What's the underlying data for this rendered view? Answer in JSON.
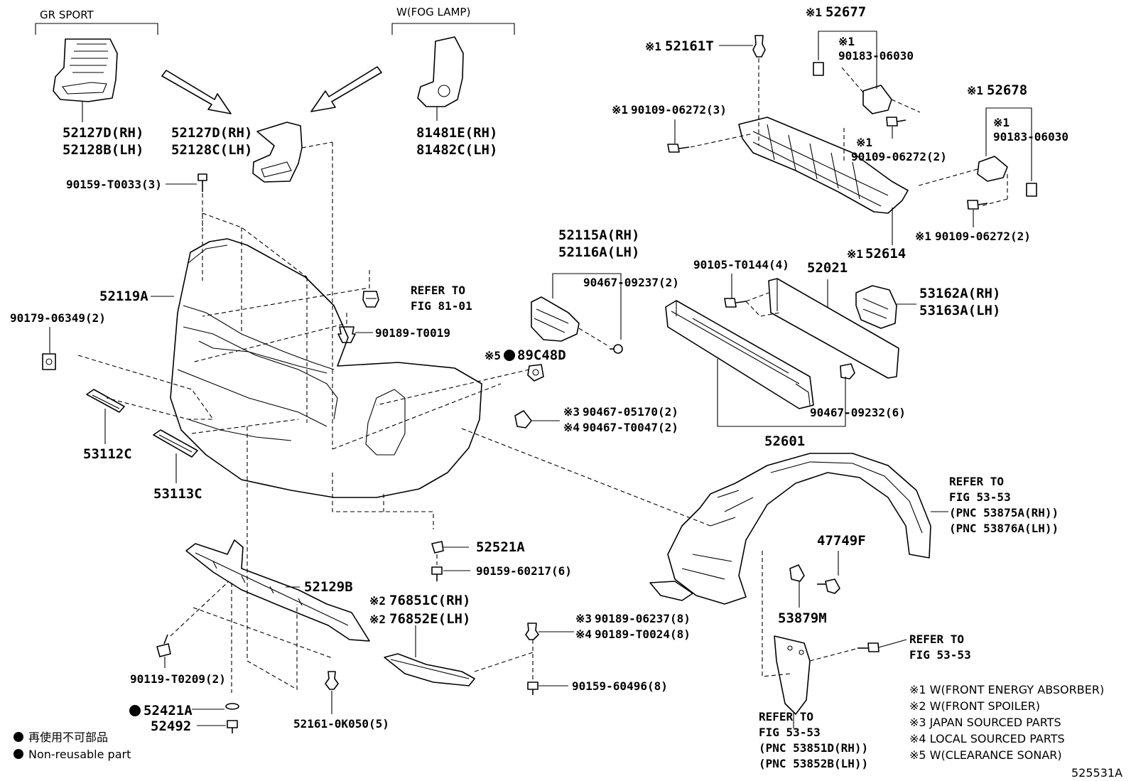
{
  "headers": {
    "gr_sport": "GR SPORT",
    "fog_lamp": "W(FOG LAMP)"
  },
  "labels": {
    "p52127D_rh_a": "52127D(RH)",
    "p52128B_lh": "52128B(LH)",
    "p52127D_rh_b": "52127D(RH)",
    "p52128C_lh": "52128C(LH)",
    "p81481E_rh": "81481E(RH)",
    "p81482C_lh": "81482C(LH)",
    "p90159_T0033": "90159-T0033(3)",
    "p52119A": "52119A",
    "p90179_06349": "90179-06349(2)",
    "refer_81_01_a": "REFER TO",
    "refer_81_01_b": "FIG 81-01",
    "p90189_T0019": "90189-T0019",
    "p53112C": "53112C",
    "p53113C": "53113C",
    "p52115A_rh": "52115A(RH)",
    "p52116A_lh": "52116A(LH)",
    "p90467_09237": "90467-09237(2)",
    "mark5": "※5",
    "p89C48D": "89C48D",
    "mark3_a": "※3",
    "p90467_05170": "90467-05170(2)",
    "mark4_a": "※4",
    "p90467_T0047": "90467-T0047(2)",
    "mark1_a": "※1",
    "p52161T": "52161T",
    "mark1_b": "※1",
    "p52677": "52677",
    "mark1_c": "※1",
    "p90183_06030_a": "90183-06030",
    "mark1_d": "※1",
    "p90109_06272_3": "90109-06272(3)",
    "mark1_e": "※1",
    "p90109_06272_2a": "90109-06272(2)",
    "mark1_f": "※1",
    "p52678": "52678",
    "mark1_g": "※1",
    "p90183_06030_b": "90183-06030",
    "mark1_h": "※1",
    "p90109_06272_2b": "90109-06272(2)",
    "mark1_i": "※1",
    "p52614": "52614",
    "p90105_T0144": "90105-T0144(4)",
    "p52021": "52021",
    "p53162A_rh": "53162A(RH)",
    "p53163A_lh": "53163A(LH)",
    "p90467_09232": "90467-09232(6)",
    "p52601": "52601",
    "refer_53_53_a1": "REFER TO",
    "refer_53_53_a2": "FIG 53-53",
    "refer_53_53_a3": "(PNC 53875A(RH))",
    "refer_53_53_a4": "(PNC 53876A(LH))",
    "p47749F": "47749F",
    "p53879M": "53879M",
    "p52521A": "52521A",
    "p90159_60217": "90159-60217(6)",
    "p52129B": "52129B",
    "mark2_a": "※2",
    "p76851C_rh": "76851C(RH)",
    "mark2_b": "※2",
    "p76852E_lh": "76852E(LH)",
    "mark3_b": "※3",
    "p90189_06237": "90189-06237(8)",
    "mark4_b": "※4",
    "p90189_T0024": "90189-T0024(8)",
    "p90159_60496": "90159-60496(8)",
    "refer_53_53_b1": "REFER TO",
    "refer_53_53_b2": "FIG 53-53",
    "p90119_T0209": "90119-T0209(2)",
    "p52421A": "52421A",
    "p52492": "52492",
    "p52161_0K050": "52161-0K050(5)",
    "refer_53_53_c1": "REFER TO",
    "refer_53_53_c2": "FIG 53-53",
    "refer_53_53_c3": "(PNC 53851D(RH))",
    "refer_53_53_c4": "(PNC 53852B(LH))"
  },
  "legend": {
    "jp": "再使用不可部品",
    "en": "Non-reusable part"
  },
  "notes": [
    "※1 W(FRONT ENERGY ABSORBER)",
    "※2 W(FRONT SPOILER)",
    "※3 JAPAN SOURCED PARTS",
    "※4 LOCAL SOURCED PARTS",
    "※5 W(CLEARANCE SONAR)"
  ],
  "figure_id": "525531A"
}
